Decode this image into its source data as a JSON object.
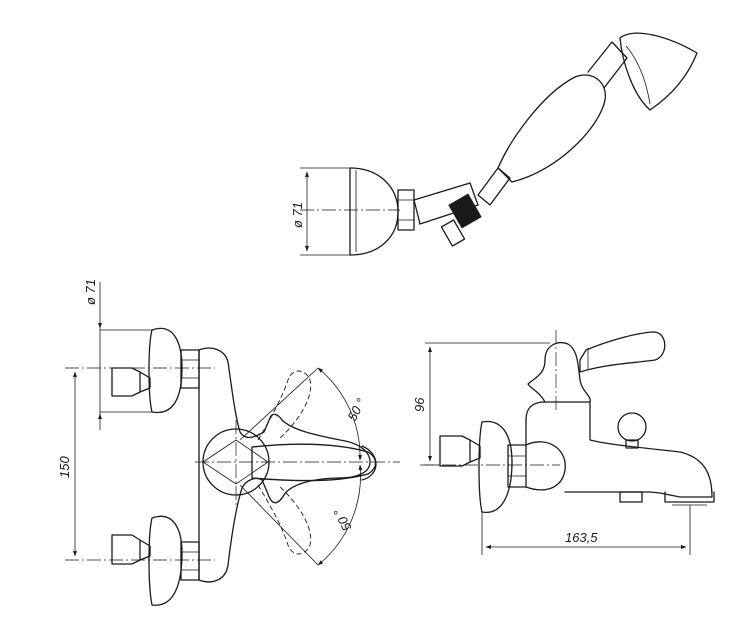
{
  "dimensions": {
    "shower_head_diameter": "ø 71",
    "escutcheon_diameter": "ø 71",
    "inlet_spacing": "150",
    "height": "96",
    "depth": "163,5",
    "angle_upper": "50 °",
    "angle_lower": "50 °"
  },
  "colors": {
    "line": "#1a1a1a",
    "background": "#ffffff"
  }
}
